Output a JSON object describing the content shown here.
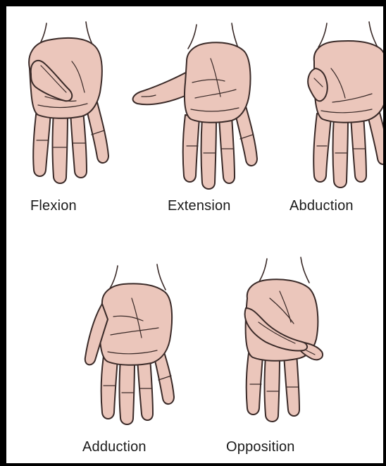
{
  "colors": {
    "border": "#000000",
    "background": "#ffffff",
    "skin": "#ebc6bb",
    "outline": "#3a2a28",
    "label_text": "#1a1a1a"
  },
  "labels": {
    "flexion": "Flexion",
    "extension": "Extension",
    "abduction": "Abduction",
    "adduction": "Adduction",
    "opposition": "Opposition"
  },
  "icons": {
    "flexion": "hand-thumb-flexion-icon",
    "extension": "hand-thumb-extension-icon",
    "abduction": "hand-thumb-abduction-icon",
    "adduction": "hand-thumb-adduction-icon",
    "opposition": "hand-thumb-opposition-icon"
  }
}
